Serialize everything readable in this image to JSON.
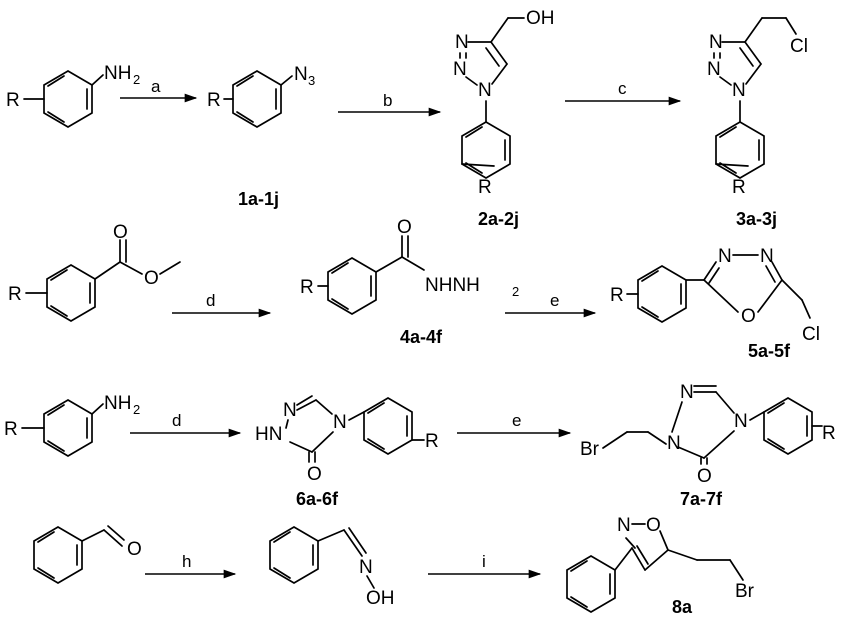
{
  "atoms": {
    "R": "R",
    "NH": "NH",
    "N": "N",
    "H2": "2",
    "N3": "3",
    "OH": "OH",
    "O": "O",
    "Cl": "Cl",
    "HN": "HN",
    "Br": "Br",
    "NHNH": "NHNH"
  },
  "reagents": {
    "a": "a",
    "b": "b",
    "c": "c",
    "d": "d",
    "e": "e",
    "h": "h",
    "i": "i"
  },
  "compounds": {
    "c1": "1a-1j",
    "c2": "2a-2j",
    "c3": "3a-3j",
    "c4": "4a-4f",
    "c5": "5a-5f",
    "c6": "6a-6f",
    "c7": "7a-7f",
    "c8": "8a"
  }
}
